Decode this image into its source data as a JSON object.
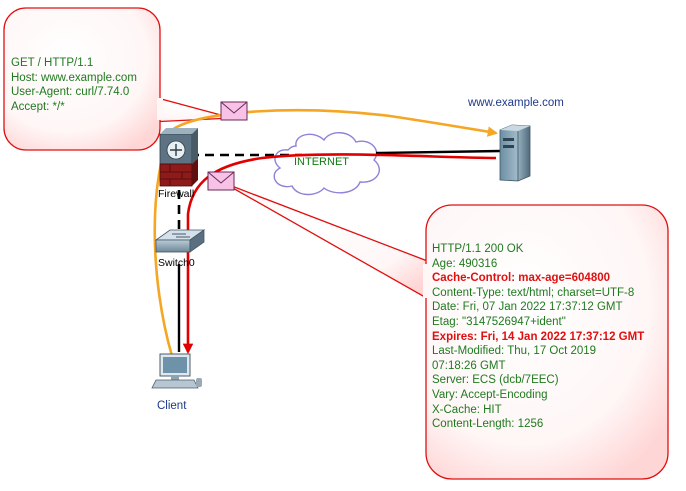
{
  "request_message": {
    "lines": [
      "GET / HTTP/1.1",
      "Host: www.example.com",
      "User-Agent: curl/7.74.0",
      "Accept: */*"
    ]
  },
  "response_message": {
    "lines": [
      {
        "text": "HTTP/1.1 200 OK",
        "highlight": false
      },
      {
        "text": "Age: 490316",
        "highlight": false
      },
      {
        "text": "Cache-Control: max-age=604800",
        "highlight": true
      },
      {
        "text": "Content-Type: text/html; charset=UTF-8",
        "highlight": false
      },
      {
        "text": "Date: Fri, 07 Jan 2022 17:37:12 GMT",
        "highlight": false
      },
      {
        "text": "Etag: \"3147526947+ident\"",
        "highlight": false
      },
      {
        "text": "Expires: Fri, 14 Jan 2022 17:37:12 GMT",
        "highlight": true
      },
      {
        "text": "Last-Modified: Thu, 17 Oct 2019",
        "highlight": false
      },
      {
        "text": "07:18:26 GMT",
        "highlight": false
      },
      {
        "text": "Server: ECS (dcb/7EEC)",
        "highlight": false
      },
      {
        "text": "Vary: Accept-Encoding",
        "highlight": false
      },
      {
        "text": "X-Cache: HIT",
        "highlight": false
      },
      {
        "text": "Content-Length: 1256",
        "highlight": false
      }
    ]
  },
  "nodes": {
    "server": {
      "label": "www.example.com"
    },
    "cloud": {
      "label": "INTERNET"
    },
    "firewall": {
      "label": "Firewall"
    },
    "switch": {
      "label": "Switch0"
    },
    "client": {
      "label": "Client"
    }
  },
  "colors": {
    "request_path": "#f5a623",
    "response_path": "#e00000",
    "bubble_border": "#e01010",
    "bubble_fill": "#fff5f5",
    "message_text": "#1f7a1f",
    "highlight_text": "#e01010",
    "envelope": "#f7c2e6"
  }
}
